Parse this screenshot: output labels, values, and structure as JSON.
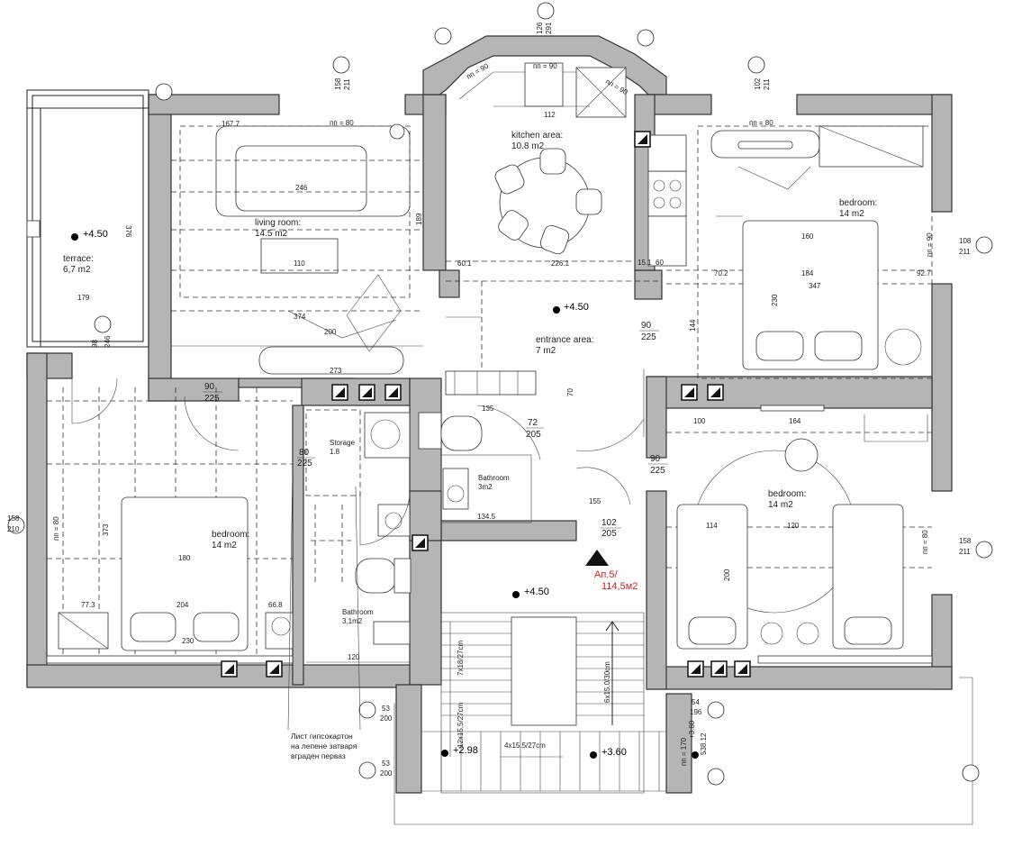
{
  "colors": {
    "wall": "#b5b5b5",
    "line": "#222222",
    "accent": "#d41c1c"
  },
  "rooms": [
    {
      "id": "terrace",
      "name": "terrace:",
      "area": "6,7 m2"
    },
    {
      "id": "living",
      "name": "living room:",
      "area": "14.5 m2"
    },
    {
      "id": "kitchen",
      "name": "kitchen area:",
      "area": "10.8 m2"
    },
    {
      "id": "bedroom_ne",
      "name": "bedroom:",
      "area": "14 m2"
    },
    {
      "id": "entrance",
      "name": "entrance area:",
      "area": "7 m2"
    },
    {
      "id": "storage",
      "name": "Storage",
      "area": "1.8"
    },
    {
      "id": "bath1",
      "name": "Bathroom",
      "area": "3m2"
    },
    {
      "id": "bath2",
      "name": "Bathroom",
      "area": "3,1m2"
    },
    {
      "id": "bedroom_sw",
      "name": "bedroom:",
      "area": "14 m2"
    },
    {
      "id": "bedroom_se",
      "name": "bedroom:",
      "area": "14 m2"
    }
  ],
  "apartment": {
    "name": "Ап.5/",
    "area": "114,5м2"
  },
  "levels": [
    "+4.50",
    "+4.50",
    "+4.50",
    "+2.98",
    "+3.60",
    "+3.60"
  ],
  "stairs": [
    "7x18/27cm",
    "12x15,5/27cm",
    "4x15.5/27cm",
    "6x15.0/30cm"
  ],
  "note_lines": [
    "Лист гипсокартон",
    "на лепене затваря",
    "вграден перваз"
  ],
  "openings": [
    {
      "w": "90",
      "h": "225"
    },
    {
      "w": "80",
      "h": "225"
    },
    {
      "w": "90",
      "h": "225"
    },
    {
      "w": "72",
      "h": "205"
    },
    {
      "w": "90",
      "h": "225"
    },
    {
      "w": "102",
      "h": "205"
    }
  ],
  "dims": [
    "167.7",
    "246",
    "374",
    "200",
    "273",
    "189",
    "110",
    "226.1",
    "112",
    "60.1",
    "15.1",
    "60",
    "347",
    "184",
    "160",
    "92.7",
    "70.2",
    "230",
    "144",
    "100",
    "164",
    "114",
    "120",
    "200",
    "204",
    "180",
    "77.3",
    "373",
    "66.8",
    "230",
    "134.5",
    "155",
    "120",
    "70",
    "135",
    "179",
    "376",
    "98",
    "246",
    "538.12"
  ],
  "sill_marks": [
    "пп = 80",
    "пп = 90",
    "пп = 90",
    "пп = 90",
    "пп = 80",
    "пп = 90",
    "пп = 80",
    "пп = 80",
    "пп = 170"
  ],
  "window_dims": [
    {
      "w": "158",
      "h": "211"
    },
    {
      "w": "126",
      "h": "291"
    },
    {
      "w": "102",
      "h": "211"
    },
    {
      "w": "108",
      "h": "211"
    },
    {
      "w": "158",
      "h": "210"
    },
    {
      "w": "158",
      "h": "211"
    },
    {
      "w": "53",
      "h": "200"
    },
    {
      "w": "54",
      "h": "196"
    },
    {
      "w": "53",
      "h": "200"
    }
  ]
}
